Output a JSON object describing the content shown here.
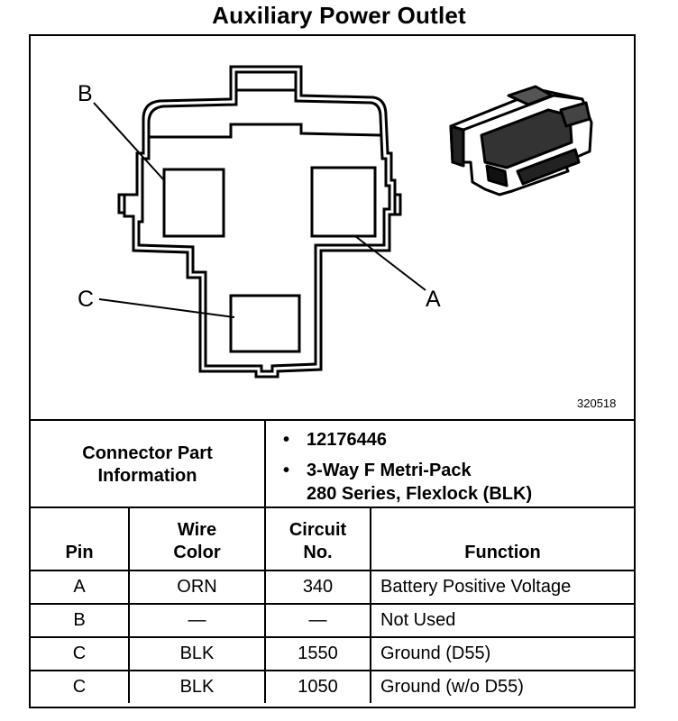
{
  "title": "Auxiliary Power Outlet",
  "diagram": {
    "labels": {
      "a": "A",
      "b": "B",
      "c": "C"
    },
    "figure_id": "320518"
  },
  "connector_info": {
    "heading_line1": "Connector Part",
    "heading_line2": "Information",
    "bullet": "•",
    "items": [
      {
        "line1": "12176446"
      },
      {
        "line1": "3-Way F Metri-Pack",
        "line2": "280 Series, Flexlock (BLK)"
      }
    ]
  },
  "pin_table": {
    "headers": {
      "pin": "Pin",
      "wire_color_line1": "Wire",
      "wire_color_line2": "Color",
      "circuit_line1": "Circuit",
      "circuit_line2": "No.",
      "function": "Function"
    },
    "rows": [
      {
        "pin": "A",
        "wire_color": "ORN",
        "circuit": "340",
        "function": "Battery Positive Voltage"
      },
      {
        "pin": "B",
        "wire_color": "—",
        "circuit": "—",
        "function": "Not Used"
      },
      {
        "pin": "C",
        "wire_color": "BLK",
        "circuit": "1550",
        "function": "Ground (D55)"
      },
      {
        "pin": "C",
        "wire_color": "BLK",
        "circuit": "1050",
        "function": "Ground (w/o D55)"
      }
    ]
  }
}
